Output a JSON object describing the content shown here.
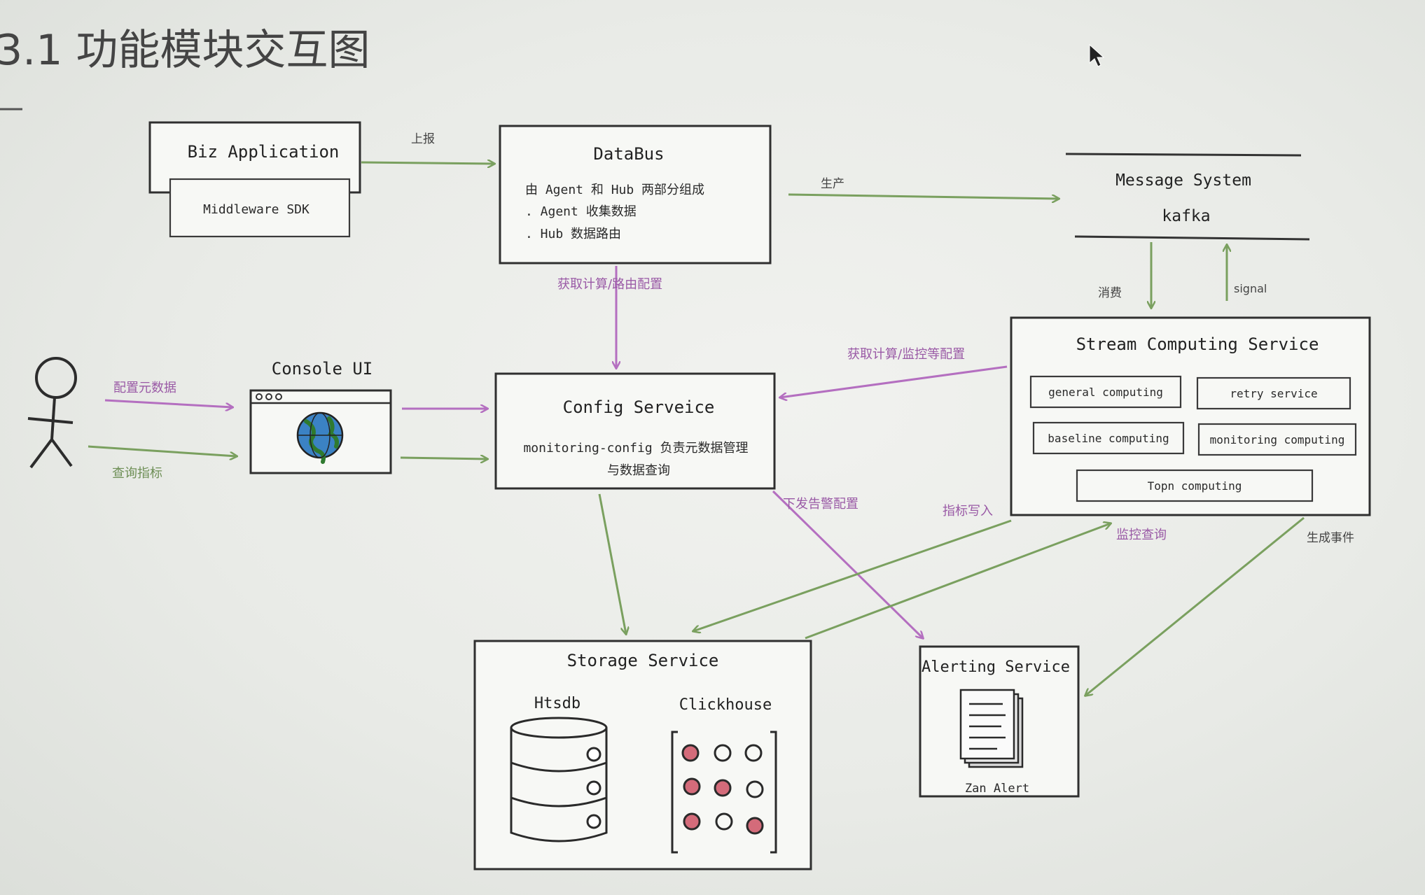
{
  "heading": "3.1 功能模块交互图",
  "nodes": {
    "biz_app": {
      "title": "Biz Application",
      "sub": "Middleware SDK"
    },
    "databus": {
      "title": "DataBus",
      "lines": [
        "由 Agent 和 Hub 两部分组成",
        ". Agent 收集数据",
        ". Hub 数据路由"
      ]
    },
    "message_system": {
      "title": "Message System",
      "sub": "kafka"
    },
    "console": {
      "title": "Console UI"
    },
    "config": {
      "title": "Config Serveice",
      "lines": [
        "monitoring-config 负责元数据管理",
        "与数据查询"
      ]
    },
    "stream": {
      "title": "Stream Computing Service",
      "modules": [
        "general computing",
        "retry service",
        "baseline computing",
        "monitoring computing",
        "Topn computing"
      ]
    },
    "storage": {
      "title": "Storage Service",
      "db1": "Htsdb",
      "db2": "Clickhouse"
    },
    "alerting": {
      "title": "Alerting Service",
      "sub": "Zan Alert"
    }
  },
  "edge_labels": {
    "report": "上报",
    "produce": "生产",
    "consume": "消费",
    "signal": "signal",
    "fetch_route": "获取计算/路由配置",
    "fetch_monitor": "获取计算/监控等配置",
    "config_meta": "配置元数据",
    "query_metric": "查询指标",
    "alert_config": "下发告警配置",
    "metric_write": "指标写入",
    "monitor_query": "监控查询",
    "gen_event": "生成事件"
  },
  "colors": {
    "green": "#7aa05f",
    "purple": "#b46fc0"
  }
}
